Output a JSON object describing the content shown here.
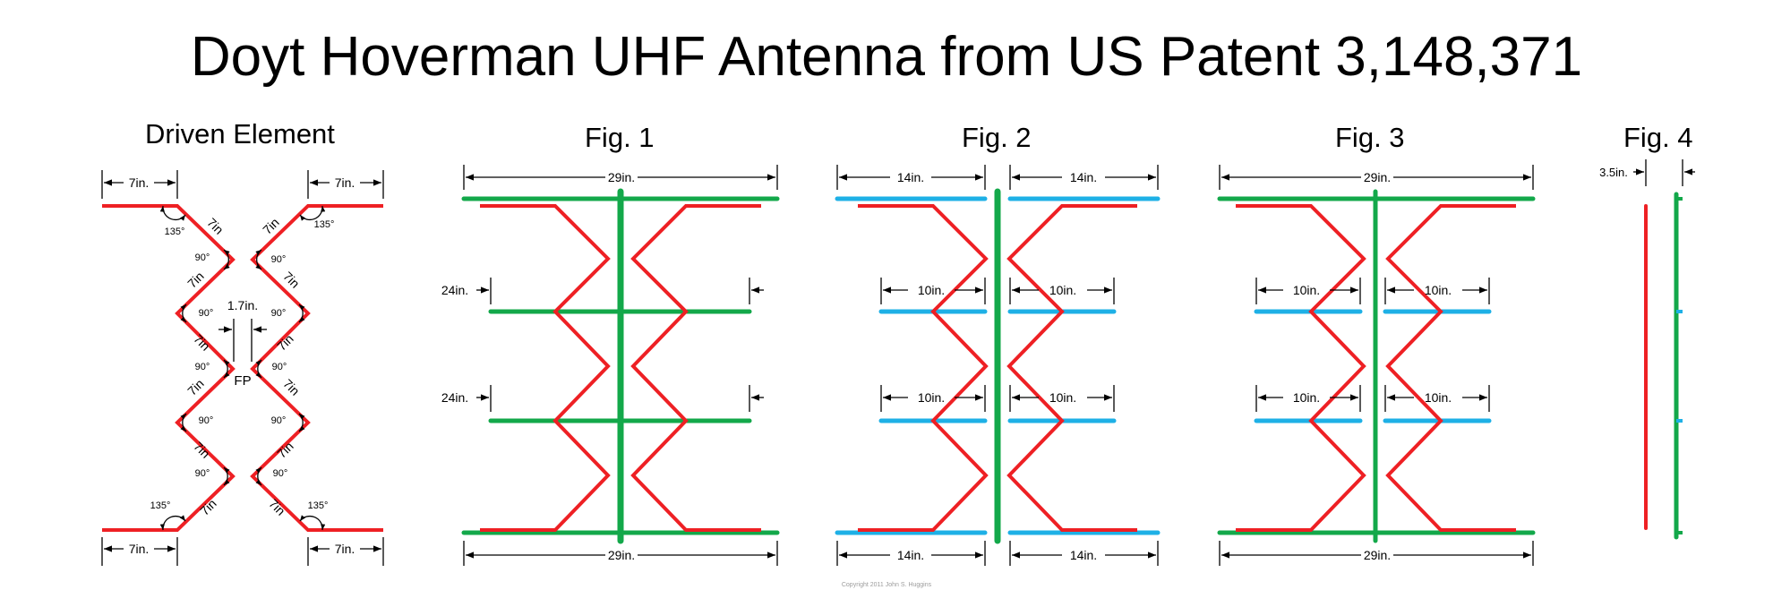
{
  "title": "Doyt Hoverman UHF Antenna from US Patent 3,148,371",
  "figures": {
    "driven": {
      "title": "Driven Element",
      "dims": {
        "top_left": "7in.",
        "top_right": "7in.",
        "bottom_left": "7in.",
        "bottom_right": "7in.",
        "gap": "1.7in.",
        "feed_point": "FP",
        "segment": "7in",
        "outer_angle": "135°",
        "inner_angle": "90°"
      }
    },
    "fig1": {
      "title": "Fig. 1",
      "dims": {
        "top": "29in.",
        "bottom": "29in.",
        "mid1": "24in.",
        "mid2": "24in."
      }
    },
    "fig2": {
      "title": "Fig. 2",
      "dims": {
        "top_left": "14in.",
        "top_right": "14in.",
        "bottom_left": "14in.",
        "bottom_right": "14in.",
        "mid1_left": "10in.",
        "mid1_right": "10in.",
        "mid2_left": "10in.",
        "mid2_right": "10in."
      }
    },
    "fig3": {
      "title": "Fig. 3",
      "dims": {
        "top": "29in.",
        "bottom": "29in.",
        "mid1_left": "10in.",
        "mid1_right": "10in.",
        "mid2_left": "10in.",
        "mid2_right": "10in."
      }
    },
    "fig4": {
      "title": "Fig. 4",
      "dims": {
        "spacing": "3.5in."
      }
    }
  },
  "copyright": "Copyright 2011 John S. Huggins",
  "colors": {
    "driven": "#ee2024",
    "reflector": "#13a84a",
    "director": "#1eb0e6",
    "dimension": "#000000",
    "copyright": "#9c9c9c"
  }
}
